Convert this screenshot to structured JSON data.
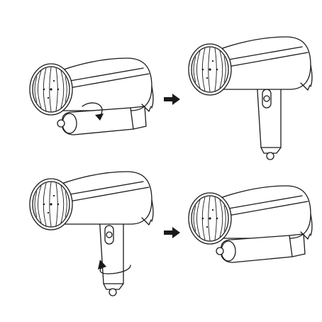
{
  "figure": {
    "background": "#ffffff",
    "ink_color": "#1a1a1a",
    "panels": [
      {
        "id": "step-1",
        "handle_state": "folded",
        "rotation_arrow": "counter-clockwise-fold-down"
      },
      {
        "id": "step-2",
        "handle_state": "unfolded",
        "rotation_arrow": "none"
      },
      {
        "id": "step-3",
        "handle_state": "unfolded",
        "rotation_arrow": "around-handle"
      },
      {
        "id": "step-4",
        "handle_state": "folded",
        "rotation_arrow": "none"
      }
    ],
    "transition_arrows": [
      {
        "from": "step-1",
        "to": "step-2",
        "icon": "right-arrow-icon"
      },
      {
        "from": "step-3",
        "to": "step-4",
        "icon": "right-arrow-icon"
      }
    ]
  }
}
